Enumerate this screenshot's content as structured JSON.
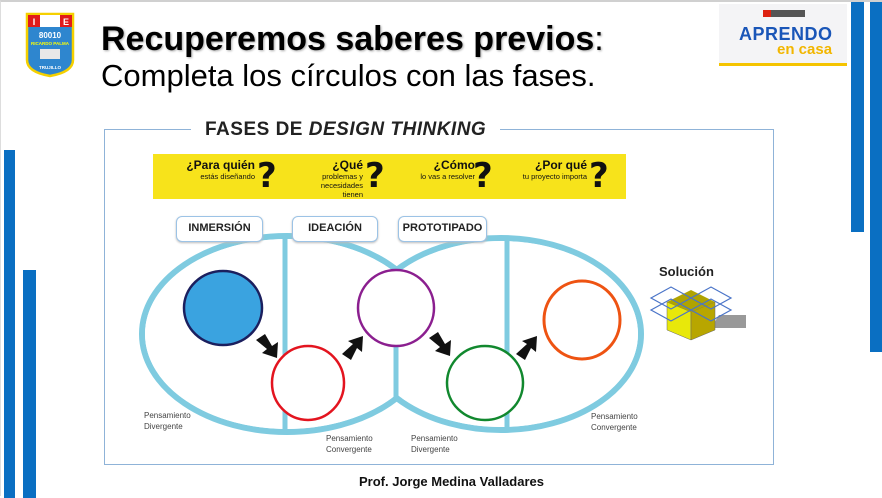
{
  "logo": {
    "letters": [
      "I",
      "E"
    ],
    "number": "80010",
    "name": "RICARDO PALMA",
    "city": "TRUJILLO"
  },
  "header": {
    "title_bold": "Recuperemos saberes previos",
    "title_colon": ":",
    "subtitle": "Completa los círculos con las fases."
  },
  "brand": {
    "line1": "APRENDO",
    "line2": "en casa",
    "colors": {
      "blue": "#1a56b8",
      "yellow": "#f5c400"
    }
  },
  "diagram": {
    "title_prefix": "FASES DE ",
    "title_italic": "DESIGN THINKING",
    "questions": [
      {
        "big": "¿Para quién",
        "small": "estás diseñando"
      },
      {
        "big": "¿Qué",
        "small": "problemas y necesidades tienen"
      },
      {
        "big": "¿Cómo",
        "small": "lo vas a resolver"
      },
      {
        "big": "¿Por qué",
        "small": "tu proyecto importa"
      }
    ],
    "question_mark": "?",
    "phases": [
      "INMERSIÓN",
      "IDEACIÓN",
      "PROTOTIPADO"
    ],
    "thinking_labels": [
      {
        "line1": "Pensamiento",
        "line2": "Divergente"
      },
      {
        "line1": "Pensamiento",
        "line2": "Convergente"
      },
      {
        "line1": "Pensamiento",
        "line2": "Divergente"
      },
      {
        "line1": "Pensamiento",
        "line2": "Convergente"
      }
    ],
    "solution": "Solución",
    "circle_colors": [
      "#3aa3e0",
      "#e3141f",
      "#8b1f8f",
      "#11882e",
      "#ee5312"
    ],
    "oval_color": "#7fcbe0"
  },
  "footer": {
    "author": "Prof. Jorge Medina Valladares"
  }
}
